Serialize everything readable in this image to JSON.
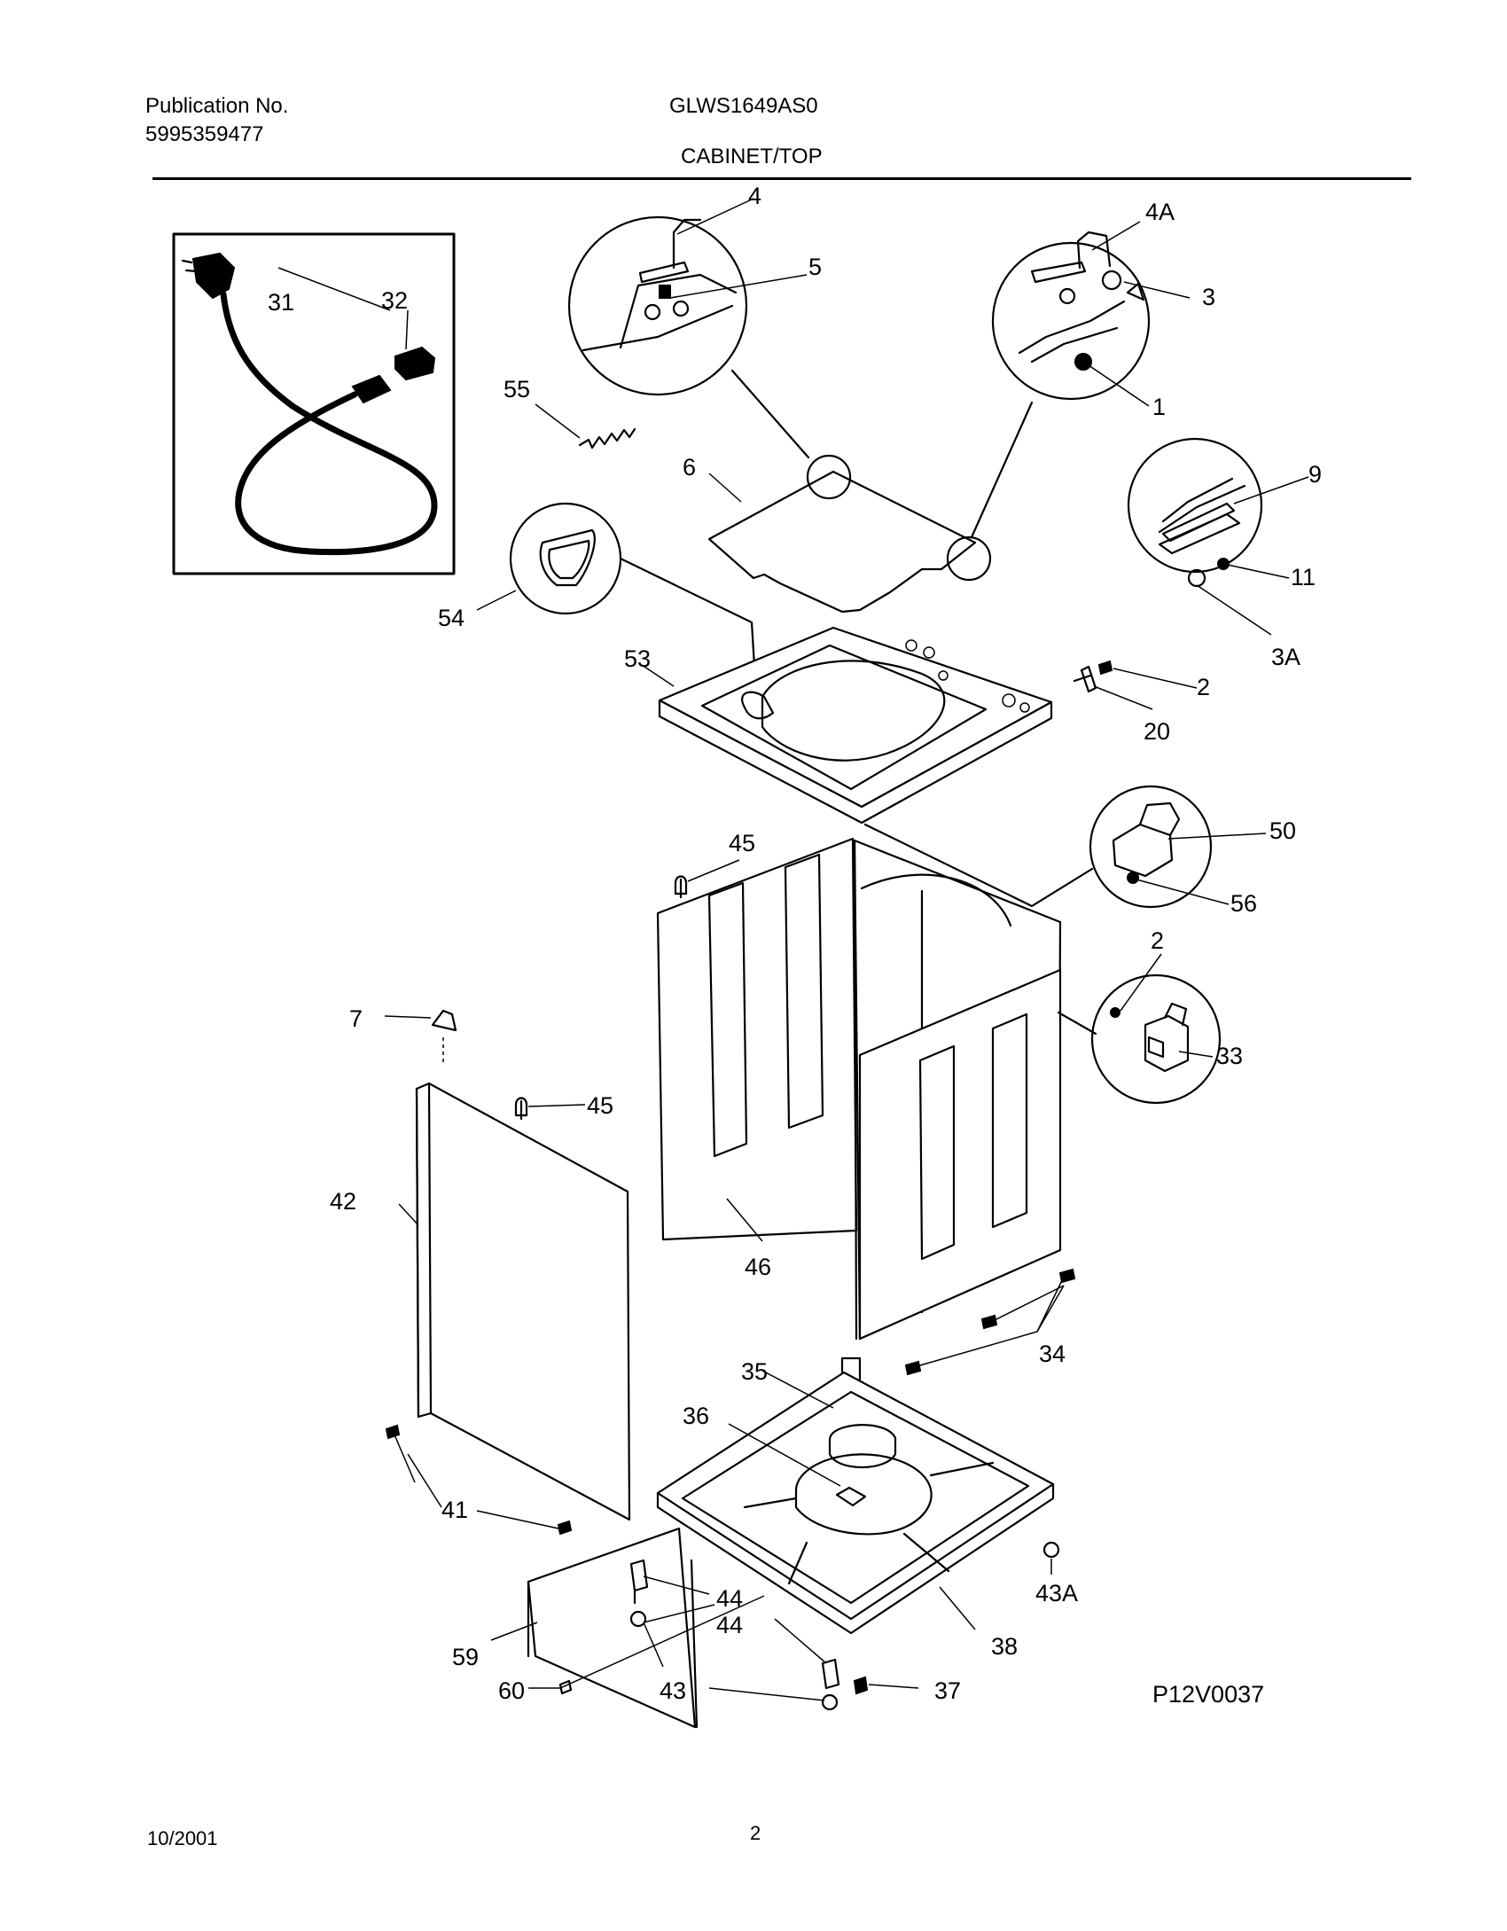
{
  "header": {
    "publication_label": "Publication No.",
    "publication_number": "5995359477",
    "model": "GLWS1649AS0",
    "section_title": "CABINET/TOP"
  },
  "diagram": {
    "labels": {
      "l4": "4",
      "l4a": "4A",
      "l5": "5",
      "l3": "3",
      "l1": "1",
      "l31": "31",
      "l32": "32",
      "l55": "55",
      "l6": "6",
      "l9": "9",
      "l11": "11",
      "l3a": "3A",
      "l54": "54",
      "l53": "53",
      "l2a": "2",
      "l20": "20",
      "l50": "50",
      "l56": "56",
      "l45a": "45",
      "l2b": "2",
      "l33": "33",
      "l7": "7",
      "l45b": "45",
      "l42": "42",
      "l46": "46",
      "l34": "34",
      "l35": "35",
      "l36": "36",
      "l41": "41",
      "l43a": "43A",
      "l44a": "44",
      "l44b": "44",
      "l38": "38",
      "l59": "59",
      "l60": "60",
      "l43": "43",
      "l37": "37"
    },
    "drawing_code": "P12V0037"
  },
  "footer": {
    "date": "10/2001",
    "page": "2"
  }
}
